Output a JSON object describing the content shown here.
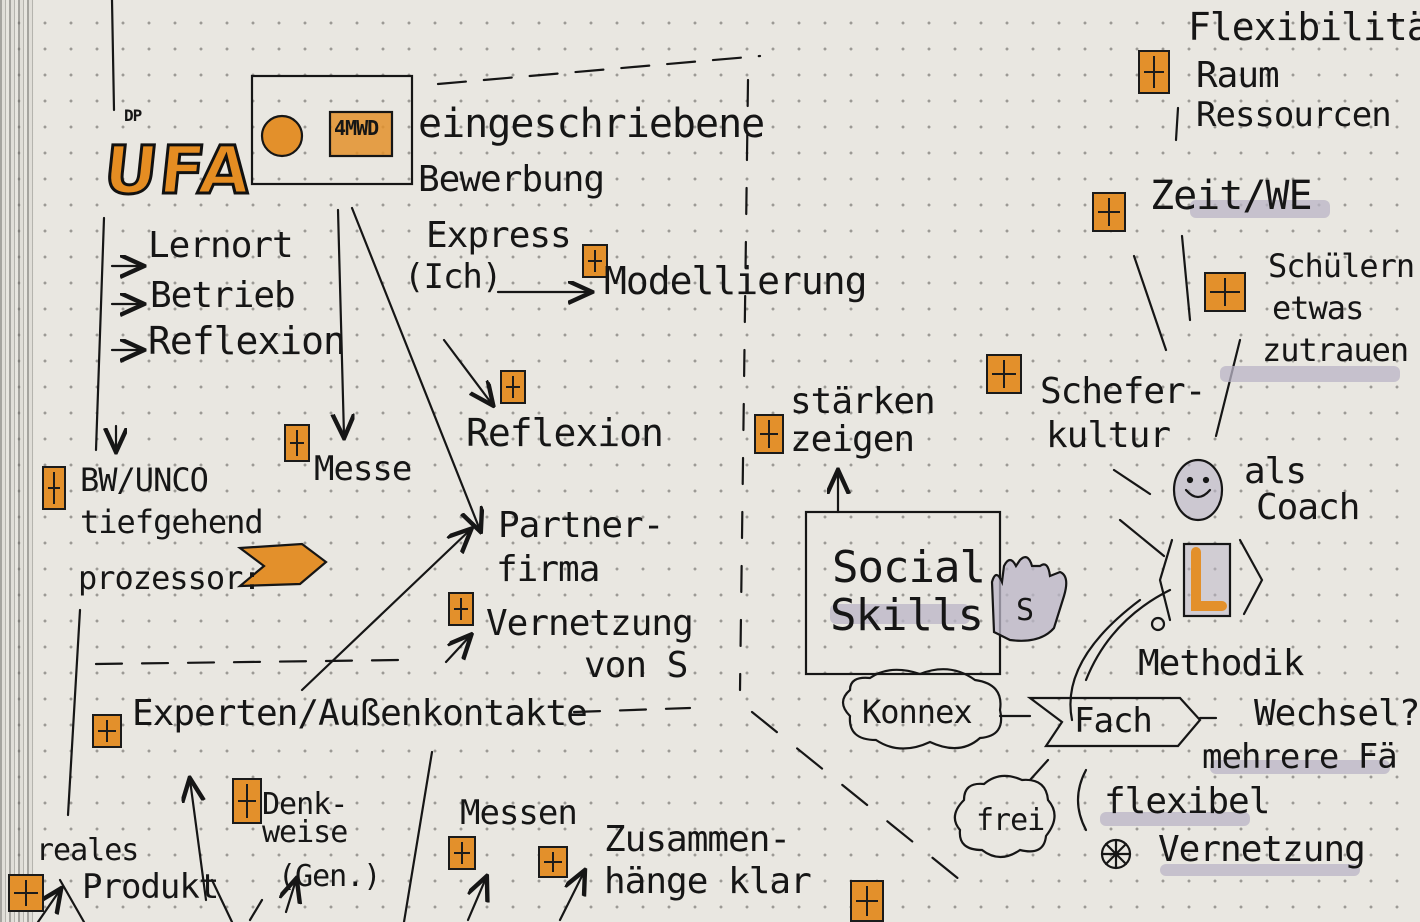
{
  "notes": {
    "dp": "DP",
    "ufa": "UFA",
    "ufa_logo_text": "4MWD",
    "lernort": "Lernort",
    "betrieb": "Betrieb",
    "reflexion_left": "Reflexion",
    "bw_unco": "BW/UNCO",
    "tiefgehend": "tiefgehend",
    "prozessor": "prozessor:",
    "messe": "Messe",
    "eingeschriebene": "eingeschriebene",
    "bewerbung": "Bewerbung",
    "express": "Express",
    "ich": "(Ich)",
    "modellierung": "Modellierung",
    "reflexion_mid": "Reflexion",
    "partner": "Partner-",
    "firma": "firma",
    "vernetzung_s": "Vernetzung",
    "von_s": "von S",
    "experten": "Experten/Außenkontakte",
    "reales": "reales",
    "produkt": "Produkt",
    "denk": "Denk-",
    "weise": "weise",
    "gen": "(Gen.)",
    "messen": "Messen",
    "zusammen": "Zusammen-",
    "hange_klar": "hänge klar",
    "starken": "stärken",
    "zeigen": "zeigen",
    "social": "Social",
    "skills": "Skills",
    "hand_s": "S",
    "konnex": "Konnex",
    "fach": "Fach",
    "frei": "frei",
    "flexibel": "flexibel",
    "vernetzung_r": "Vernetzung",
    "wechsel": "Wechsel?",
    "mehrere": "mehrere Fä",
    "methodik": "Methodik",
    "als": "als",
    "coach": "Coach",
    "schefer": "Schefer-",
    "kultur": "kultur",
    "schulern": "Schülern",
    "etwas": "etwas",
    "zutrauen": "zutrauen",
    "zeit_we": "Zeit/WE",
    "flexibilitat": "Flexibilität",
    "raum": "Raum",
    "ressourcen": "Ressourcen"
  },
  "colors": {
    "accent": "#e3902b",
    "ink": "#161616",
    "paper": "#e9e7e1",
    "highlight": "#b9b4c6"
  }
}
